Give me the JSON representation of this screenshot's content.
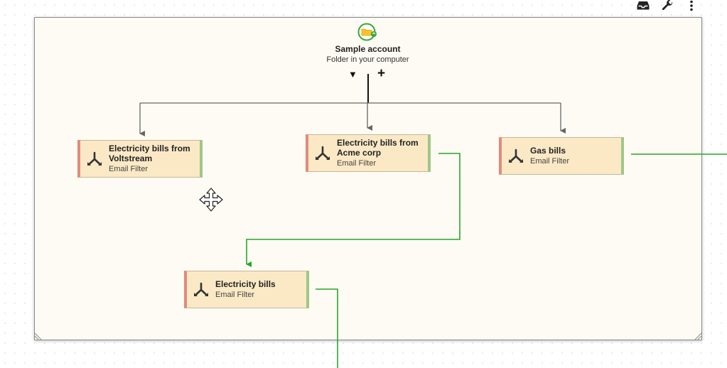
{
  "toolbar": {
    "icons": [
      "inbox-icon",
      "wrench-icon",
      "more-vertical-icon"
    ]
  },
  "account": {
    "name": "Sample account",
    "type": "Folder in your computer",
    "icon": "folder-sync-icon",
    "expand_glyph": "▼",
    "add_glyph": "+"
  },
  "nodes": [
    {
      "title": "Electricity bills from Voltstream",
      "subtitle": "Email Filter",
      "icon": "filter-icon"
    },
    {
      "title": "Electricity bills from Acme corp",
      "subtitle": "Email Filter",
      "icon": "filter-icon"
    },
    {
      "title": "Gas bills",
      "subtitle": "Email Filter",
      "icon": "filter-icon"
    },
    {
      "title": "Electricity bills",
      "subtitle": "Email Filter",
      "icon": "filter-icon"
    }
  ],
  "colors": {
    "node_fill": "#fbe9c6",
    "node_input_edge": "#e4897a",
    "node_output_edge": "#9ec786",
    "connector_gray": "#666666",
    "connector_green": "#2aa52a",
    "account_icon_ring": "#3aa639",
    "folder_yellow": "#f5c427"
  }
}
